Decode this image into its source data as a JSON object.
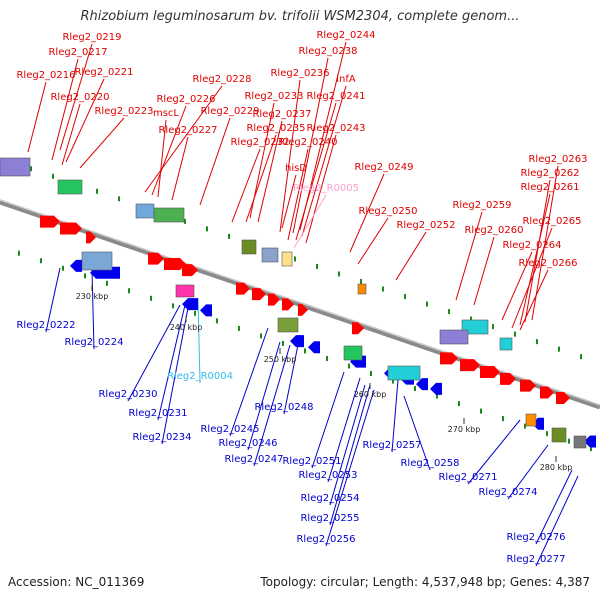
{
  "title": "Rhizobium leguminosarum bv. trifolii WSM2304, complete genom...",
  "footer": {
    "accession": "Accession: NC_011369",
    "summary": "Topology: circular; Length: 4,537,948 bp; Genes: 4,387"
  },
  "colors": {
    "forward_label": "#e00000",
    "reverse_label": "#0000cc",
    "rna_forward_label": "#ff9ed0",
    "rna_reverse_label": "#33bbee",
    "backbone": "#8a8a8a",
    "forward_gene": "#ff0000",
    "reverse_gene": "#0000ee"
  },
  "kbp_labels": [
    "230 kbp",
    "240 kbp",
    "250 kbp",
    "260 kbp",
    "270 kbp",
    "280 kbp"
  ],
  "forward_labels": [
    "Rleg2_0219",
    "Rleg2_0217",
    "Rleg2_0216",
    "Rleg2_0221",
    "Rleg2_0220",
    "Rleg2_0223",
    "Rleg2_0228",
    "Rleg2_0226",
    "mscL",
    "Rleg2_0227",
    "Rleg2_0229",
    "Rleg2_0244",
    "Rleg2_0238",
    "Rleg2_0236",
    "infA",
    "Rleg2_0233",
    "Rleg2_0241",
    "Rleg2_0237",
    "Rleg2_0235",
    "Rleg2_0243",
    "Rleg2_0232",
    "Rleg2_0240",
    "hisD",
    "Rleg2_0249",
    "Rleg2_0250",
    "Rleg2_0252",
    "Rleg2_0263",
    "Rleg2_0262",
    "Rleg2_0261",
    "Rleg2_0259",
    "Rleg2_0260",
    "Rleg2_0265",
    "Rleg2_0264",
    "Rleg2_0266"
  ],
  "rna_forward_labels": [
    "Rleg2_R0005"
  ],
  "reverse_labels": [
    "Rleg2_0222",
    "Rleg2_0224",
    "Rleg2_0230",
    "Rleg2_0231",
    "Rleg2_0234",
    "Rleg2_0245",
    "Rleg2_0248",
    "Rleg2_0246",
    "Rleg2_0247",
    "Rleg2_0251",
    "Rleg2_0257",
    "Rleg2_0253",
    "Rleg2_0258",
    "Rleg2_0271",
    "Rleg2_0254",
    "Rleg2_0274",
    "Rleg2_0255",
    "Rleg2_0256",
    "Rleg2_0276",
    "Rleg2_0277"
  ],
  "rna_reverse_labels": [
    "Rleg2_R0004"
  ]
}
